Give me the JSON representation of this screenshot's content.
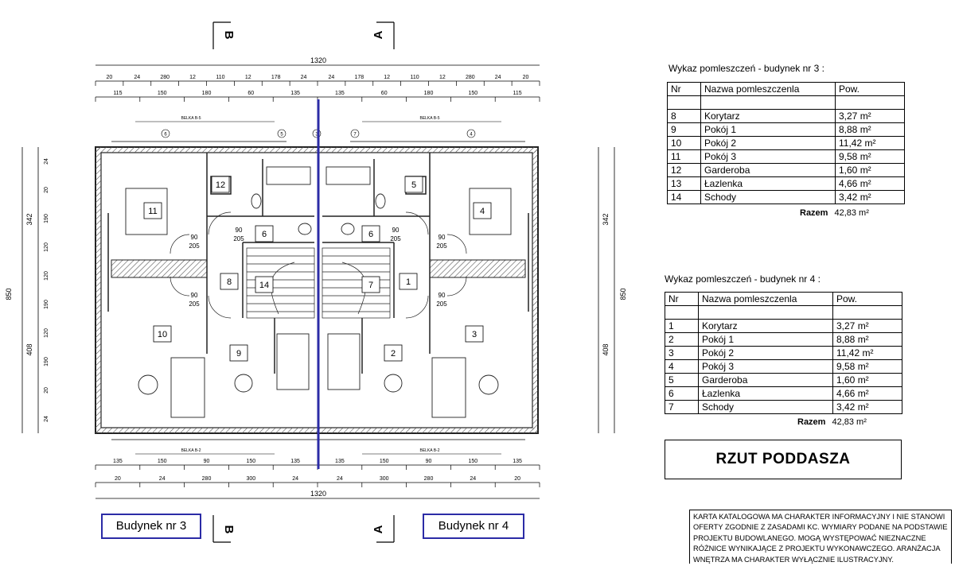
{
  "plan": {
    "overall_dim": "1320",
    "top_dims_1": [
      "20",
      "24",
      "280",
      "12",
      "110",
      "12",
      "178",
      "24",
      "24",
      "178",
      "12",
      "110",
      "12",
      "280",
      "24",
      "20"
    ],
    "top_dims_2": [
      "115",
      "150",
      "180",
      "60",
      "135",
      "135",
      "60",
      "180",
      "150",
      "115"
    ],
    "bottom_dims_1": [
      "135",
      "150",
      "90",
      "150",
      "135",
      "135",
      "150",
      "90",
      "150",
      "135"
    ],
    "bottom_dims_2": [
      "20",
      "24",
      "280",
      "300",
      "24",
      "24",
      "300",
      "280",
      "24",
      "20"
    ],
    "left_dims": [
      "24",
      "20",
      "190",
      "120",
      "120",
      "190",
      "120",
      "190",
      "20",
      "24"
    ],
    "left_overall": "850",
    "left_sub": [
      "342",
      "408"
    ],
    "right_overall": "850",
    "right_sub": [
      "342",
      "408"
    ],
    "section_top_left": "B",
    "section_top_right": "A",
    "section_bottom_left": "B",
    "section_bottom_right": "A",
    "room_numbers_left": [
      "11",
      "12",
      "6",
      "8",
      "14",
      "10",
      "9"
    ],
    "room_numbers_right": [
      "4",
      "5",
      "6",
      "7",
      "1",
      "3",
      "2"
    ],
    "door_label": "90",
    "door_height": "205",
    "beam_top": "BELKA B-5",
    "beam_bottom": "BELKA B-2",
    "axis_marks": [
      "6",
      "5",
      "7",
      "4",
      "3"
    ]
  },
  "table3": {
    "title": "Wykaz pomleszczeń - budynek nr 3 :",
    "headers": [
      "Nr",
      "Nazwa pomleszczenla",
      "Pow."
    ],
    "rows": [
      [
        "8",
        "Korytarz",
        "3,27 m²"
      ],
      [
        "9",
        "Pokój 1",
        "8,88 m²"
      ],
      [
        "10",
        "Pokój 2",
        "11,42 m²"
      ],
      [
        "11",
        "Pokój 3",
        "9,58 m²"
      ],
      [
        "12",
        "Garderoba",
        "1,60 m²"
      ],
      [
        "13",
        "Łazlenka",
        "4,66 m²"
      ],
      [
        "14",
        "Schody",
        "3,42 m²"
      ]
    ],
    "total_label": "Razem",
    "total_value": "42,83 m²"
  },
  "table4": {
    "title": "Wykaz pomleszczeń - budynek nr 4 :",
    "headers": [
      "Nr",
      "Nazwa pomleszczenla",
      "Pow."
    ],
    "rows": [
      [
        "1",
        "Korytarz",
        "3,27 m²"
      ],
      [
        "2",
        "Pokój 1",
        "8,88 m²"
      ],
      [
        "3",
        "Pokój 2",
        "11,42 m²"
      ],
      [
        "4",
        "Pokój 3",
        "9,58 m²"
      ],
      [
        "5",
        "Garderoba",
        "1,60 m²"
      ],
      [
        "6",
        "Łazlenka",
        "4,66 m²"
      ],
      [
        "7",
        "Schody",
        "3,42 m²"
      ]
    ],
    "total_label": "Razem",
    "total_value": "42,83 m²"
  },
  "plan_title": "RZUT PODDASZA",
  "disclaimer": "KARTA KATALOGOWA MA CHARAKTER INFORMACYJNY I NIE STANOWI OFERTY ZGODNIE Z ZASADAMI KC. WYMIARY PODANE NA PODSTAWIE PROJEKTU BUDOWLANEGO. MOGĄ WYSTĘPOWAĆ NIEZNACZNE RÓŻNICE WYNIKAJĄCE Z PROJEKTU WYKONAWCZEGO. ARANŻACJA WNĘTRZA MA CHARAKTER WYŁĄCZNIE ILUSTRACYJNY.",
  "building3": "Budynek nr 3",
  "building4": "Budynek nr 4",
  "colors": {
    "divider": "#2b2ba6",
    "wall": "#222222",
    "hatch": "#555555"
  }
}
